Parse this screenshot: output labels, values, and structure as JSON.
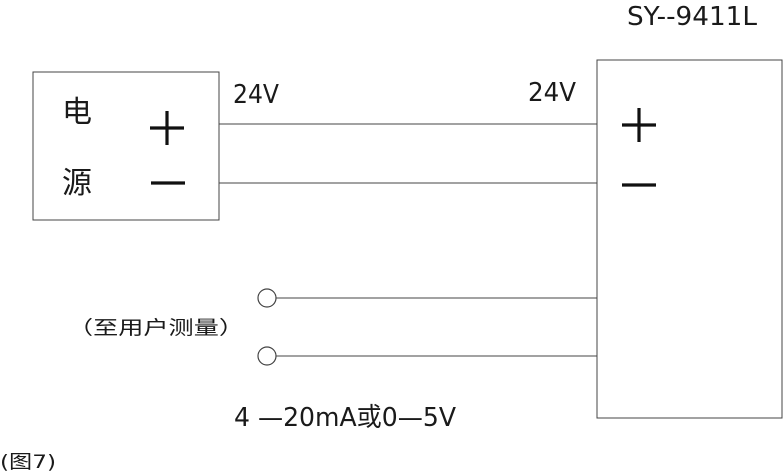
{
  "device_label": "SY--9411L",
  "power_supply": {
    "char_top": "电",
    "char_bottom": "源"
  },
  "voltage_left": "24V",
  "voltage_right": "24V",
  "user_measure_label": "（至用户测量）",
  "output_range": "4 —20mA或0—5V",
  "figure_caption": "(图7)",
  "colors": {
    "line": "#444444",
    "text": "#1a1a1a",
    "background": "#ffffff"
  }
}
